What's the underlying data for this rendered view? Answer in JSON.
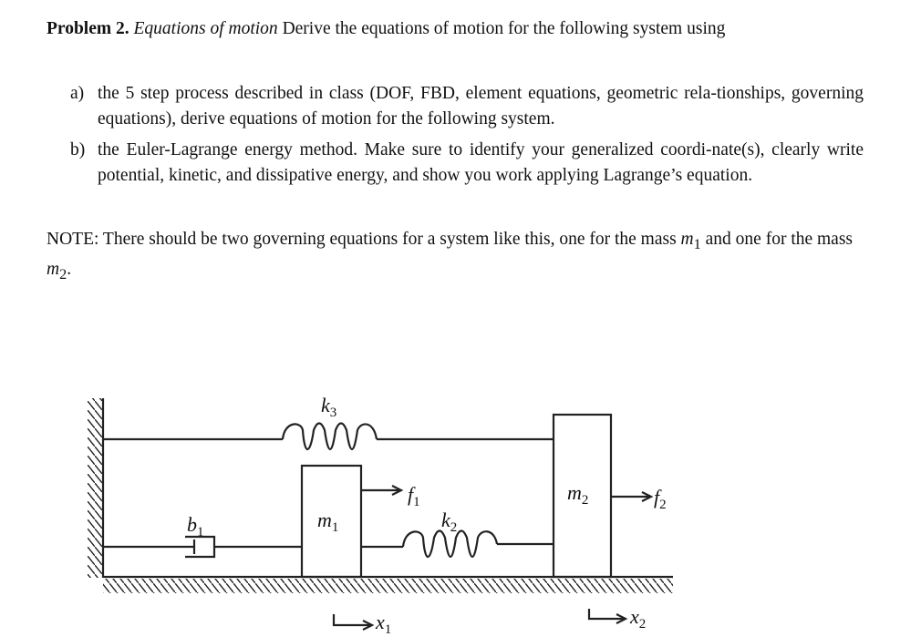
{
  "problem": {
    "number_label": "Problem 2.",
    "topic": "Equations of motion",
    "intro": "Derive the equations of motion for the following system using"
  },
  "items": [
    {
      "label": "a)",
      "text": "the 5 step process described in class (DOF, FBD, element equations, geometric rela-tionships, governing equations), derive equations of motion for the following system."
    },
    {
      "label": "b)",
      "text": "the Euler-Lagrange energy method. Make sure to identify your generalized coordi-nate(s), clearly write potential, kinetic, and dissipative energy, and show you work applying Lagrange’s equation."
    }
  ],
  "note": {
    "text_before": "NOTE: There should be two governing equations for a system like this, one for the mass ",
    "m1": "m",
    "m1_sub": "1",
    "text_middle": " and one for the mass ",
    "m2": "m",
    "m2_sub": "2",
    "text_after": "."
  },
  "diagram": {
    "k3": "k",
    "k3_sub": "3",
    "k2": "k",
    "k2_sub": "2",
    "b1": "b",
    "b1_sub": "1",
    "m1": "m",
    "m1_sub": "1",
    "m2": "m",
    "m2_sub": "2",
    "f1": "f",
    "f1_sub": "1",
    "f2": "f",
    "f2_sub": "2",
    "x1": "x",
    "x1_sub": "1",
    "x2": "x",
    "x2_sub": "2"
  }
}
